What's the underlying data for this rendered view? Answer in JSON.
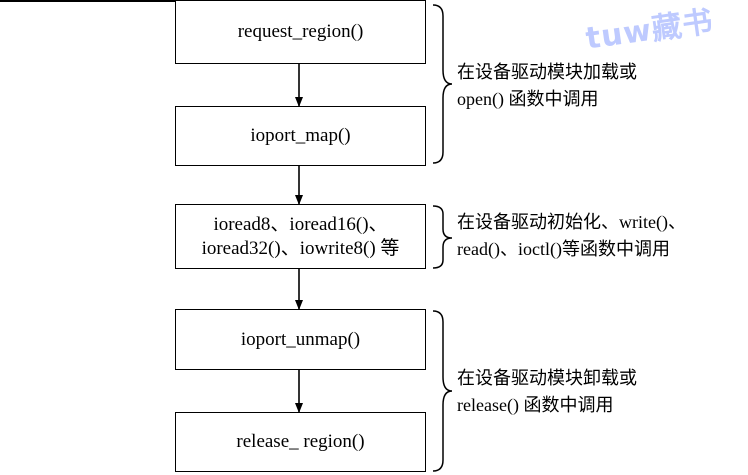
{
  "boxes": [
    {
      "id": "request-region",
      "label": "request_region()"
    },
    {
      "id": "ioport-map",
      "label": "ioport_map()"
    },
    {
      "id": "io-accessors",
      "line1": "ioread8、ioread16()、",
      "line2": "ioread32()、iowrite8() 等"
    },
    {
      "id": "ioport-unmap",
      "label": "ioport_unmap()"
    },
    {
      "id": "release-region",
      "label": "release_ region()"
    }
  ],
  "notes": [
    {
      "line1": "在设备驱动模块加载或",
      "line2": "open() 函数中调用"
    },
    {
      "line1": "在设备驱动初始化、write()、",
      "line2": "read()、ioctl()等函数中调用"
    },
    {
      "line1": "在设备驱动模块卸载或",
      "line2": "release() 函数中调用"
    }
  ],
  "watermark": "tuw藏书"
}
